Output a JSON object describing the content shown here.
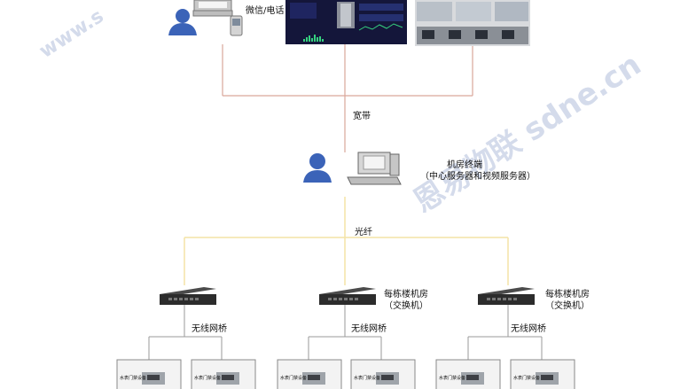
{
  "labels": {
    "wechat_phone": "微信/电话",
    "broadband": "宽带",
    "server_room_title": "机房终端",
    "server_room_sub": "（中心服务器和视频服务器）",
    "fiber": "光纤",
    "wireless_bridge": "无线网桥",
    "building_room_title": "每栋楼机房",
    "building_room_sub": "（交换机）",
    "device_caption": "水表门禁设备"
  },
  "watermark": {
    "main": "恩易物联 sdne.cn",
    "corner": "www.s"
  },
  "colors": {
    "broadband_line": "#d9a79a",
    "fiber_line": "#f4e3a6",
    "switch_line": "#9a9a9a",
    "monitor_bg": "#14163a",
    "accent_green": "#35d07f"
  },
  "icons": [
    "user-icon",
    "desktop-computer-icon",
    "mobile-phone-icon",
    "network-switch-icon",
    "access-device-icon",
    "monitor-screen-icon"
  ]
}
